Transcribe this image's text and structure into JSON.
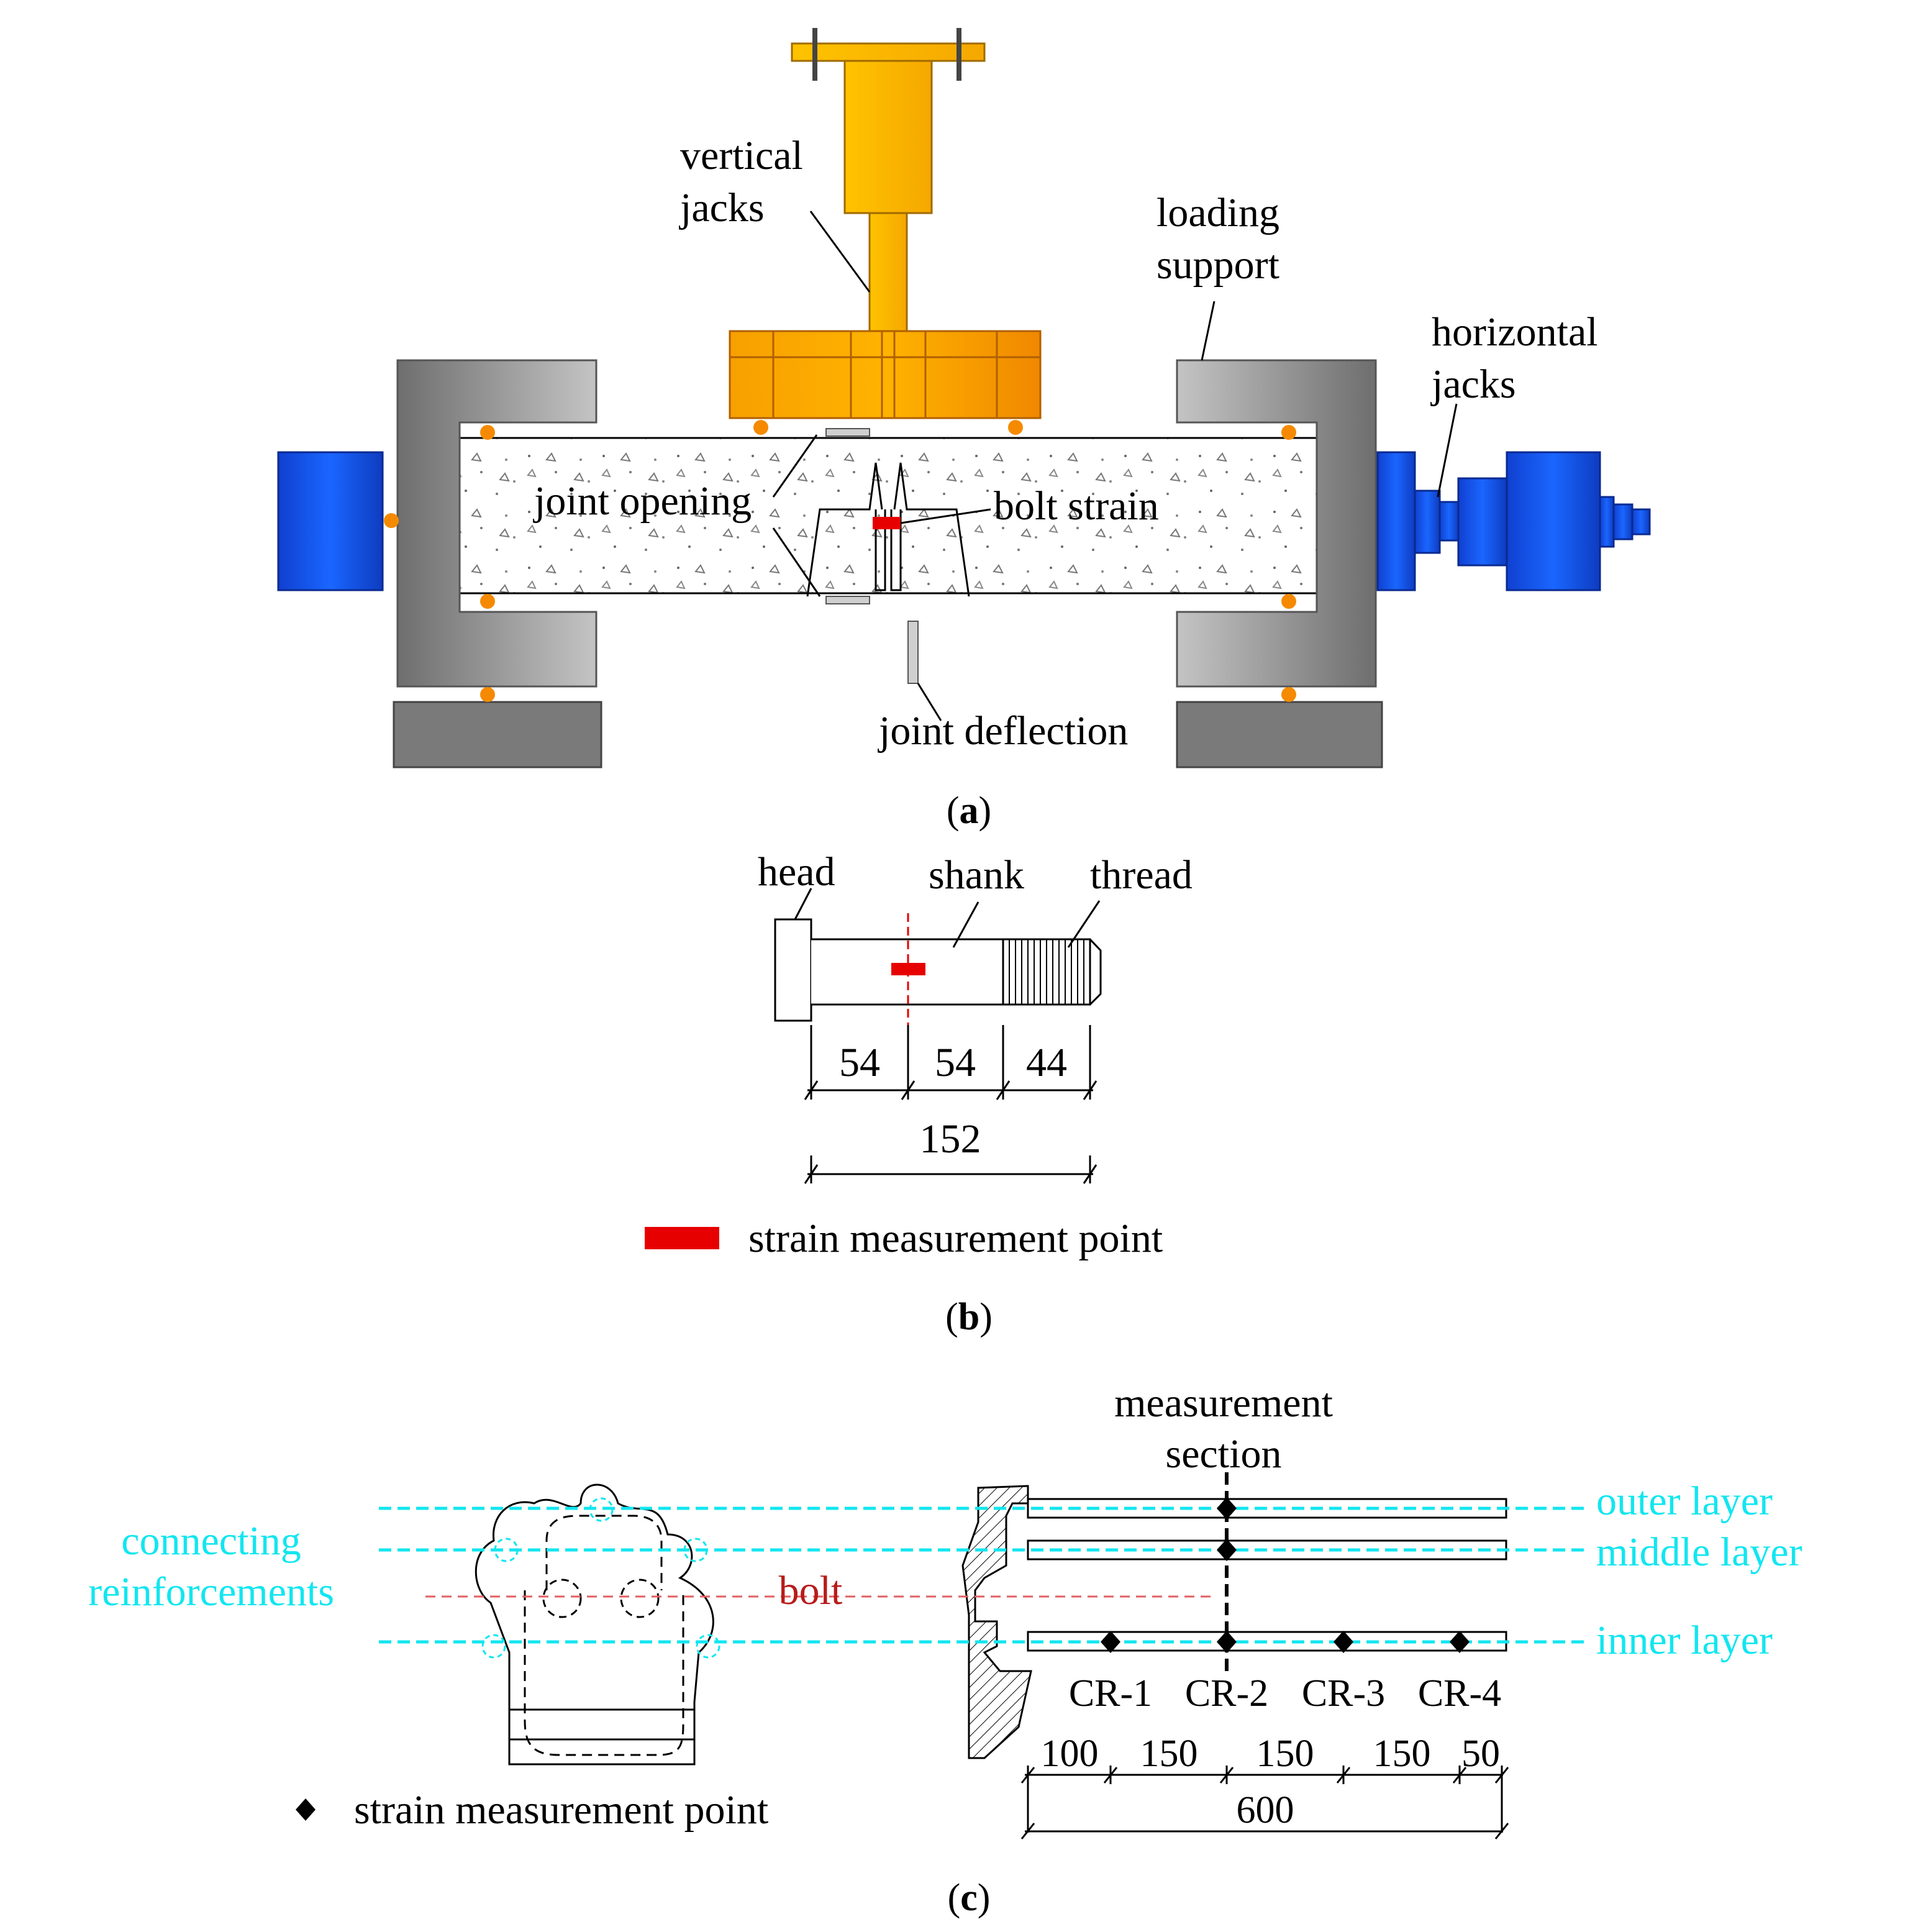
{
  "panel_a": {
    "caption_letter": "a",
    "labels": {
      "vertical_jacks_1": "vertical",
      "vertical_jacks_2": "jacks",
      "loading_support_1": "loading",
      "loading_support_2": "support",
      "horizontal_jacks_1": "horizontal",
      "horizontal_jacks_2": "jacks",
      "joint_opening": "joint opening",
      "bolt_strain": "bolt strain",
      "joint_deflection": "joint deflection"
    }
  },
  "panel_b": {
    "caption_letter": "b",
    "labels": {
      "head": "head",
      "shank": "shank",
      "thread": "thread"
    },
    "dimensions": {
      "d1": "54",
      "d2": "54",
      "d3": "44",
      "total": "152"
    },
    "legend": "strain measurement point"
  },
  "panel_c": {
    "caption_letter": "c",
    "labels": {
      "measurement_section_1": "measurement",
      "measurement_section_2": "section",
      "outer_layer": "outer layer",
      "middle_layer": "middle layer",
      "inner_layer": "inner layer",
      "connecting_1": "connecting",
      "connecting_2": "reinforcements",
      "bolt": "bolt"
    },
    "points": [
      "CR-1",
      "CR-2",
      "CR-3",
      "CR-4"
    ],
    "dimensions": {
      "d1": "100",
      "d2": "150",
      "d3": "150",
      "d4": "150",
      "d5": "50",
      "total": "600"
    },
    "legend": "strain measurement point"
  },
  "colors": {
    "orange": "#f7a600",
    "blue": "#1455e6",
    "cyan": "#12e6f0",
    "red": "#e60000",
    "gray": "#8a8a8a"
  }
}
